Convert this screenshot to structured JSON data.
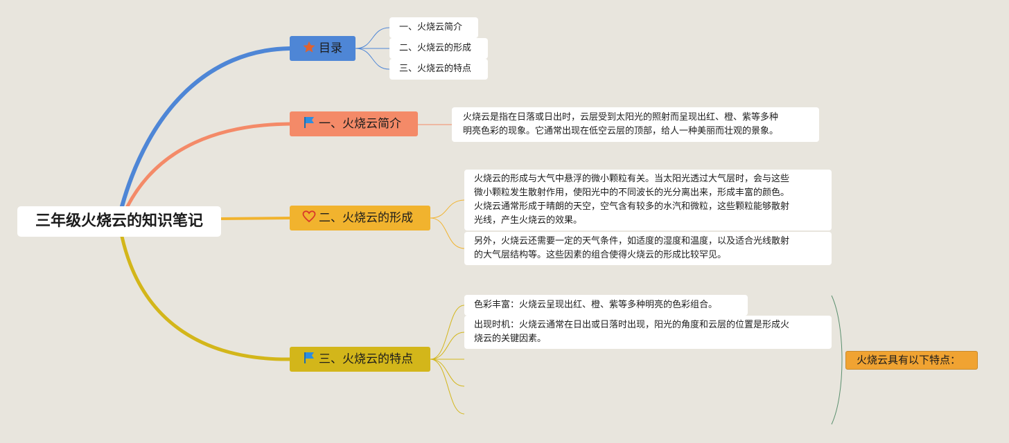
{
  "root": {
    "title": "三年级火烧云的知识笔记"
  },
  "branches": {
    "toc": {
      "label": "目录",
      "icon": "star-icon",
      "color": "#4e86d6"
    },
    "intro": {
      "label": "一、火烧云简介",
      "icon": "flag-icon",
      "color": "#f48a68"
    },
    "formation": {
      "label": "二、火烧云的形成",
      "icon": "heart-icon",
      "color": "#f1b32e"
    },
    "features": {
      "label": "三、火烧云的特点",
      "icon": "flag-icon",
      "color": "#d3b61a"
    }
  },
  "toc_items": [
    "一、火烧云简介",
    "二、火烧云的形成",
    "三、火烧云的特点"
  ],
  "intro_detail": {
    "line1": "火烧云是指在日落或日出时，云层受到太阳光的照射而呈现出红、橙、紫等多种",
    "line2": "明亮色彩的现象。它通常出现在低空云层的顶部，给人一种美丽而壮观的景象。"
  },
  "formation_details": {
    "p1": {
      "line1": "火烧云的形成与大气中悬浮的微小颗粒有关。当太阳光透过大气层时，会与这些",
      "line2": "微小颗粒发生散射作用，使阳光中的不同波长的光分离出来，形成丰富的颜色。",
      "line3": "火烧云通常形成于晴朗的天空，空气含有较多的水汽和微粒，这些颗粒能够散射",
      "line4": "光线，产生火烧云的效果。"
    },
    "p2": {
      "line1": "另外，火烧云还需要一定的天气条件，如适度的湿度和温度，以及适合光线散射",
      "line2": "的大气层结构等。这些因素的组合使得火烧云的形成比较罕见。"
    }
  },
  "feature_details": {
    "d1": "色彩丰富：火烧云呈现出红、橙、紫等多种明亮的色彩组合。",
    "d2": {
      "line1": "出现时机：火烧云通常在日出或日落时出现，阳光的角度和云层的位置是形成火",
      "line2": "烧云的关键因素。"
    }
  },
  "summary": {
    "label": "火烧云具有以下特点：",
    "color": "#f0a332"
  },
  "colors": {
    "background": "#e8e5dd",
    "toc": "#4e86d6",
    "intro": "#f48a68",
    "formation": "#f1b32e",
    "features": "#d3b61a"
  }
}
